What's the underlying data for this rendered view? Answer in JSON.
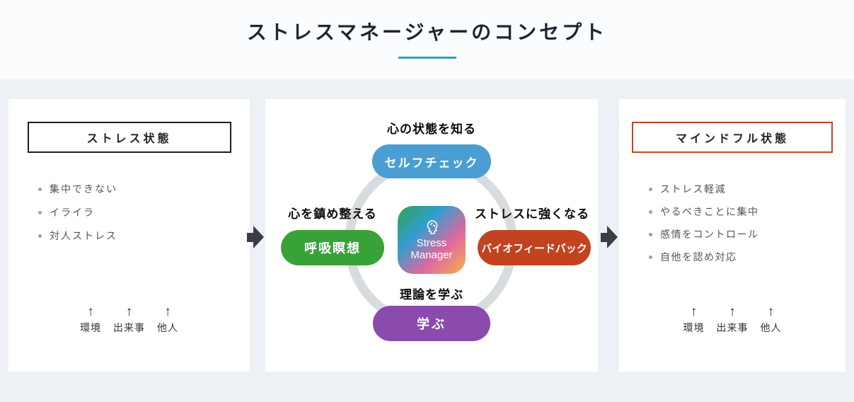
{
  "header": {
    "title": "ストレスマネージャーのコンセプト"
  },
  "left_panel": {
    "title": "ストレス状態",
    "items": [
      "集中できない",
      "イライラ",
      "対人ストレス"
    ],
    "factors": [
      "環境",
      "出来事",
      "他人"
    ]
  },
  "center_panel": {
    "top": {
      "caption": "心の状態を知る",
      "button": "セルフチェック"
    },
    "left": {
      "caption": "心を鎮め整える",
      "button": "呼吸瞑想"
    },
    "right": {
      "caption": "ストレスに強くなる",
      "button": "バイオフィードバック"
    },
    "bottom": {
      "caption": "理論を学ぶ",
      "button": "学ぶ"
    },
    "logo": {
      "line1": "Stress",
      "line2": "Manager"
    }
  },
  "right_panel": {
    "title": "マインドフル状態",
    "items": [
      "ストレス軽減",
      "やるべきことに集中",
      "感情をコントロール",
      "自他を認め対応"
    ],
    "factors": [
      "環境",
      "出来事",
      "他人"
    ]
  },
  "icons": {
    "up_arrow": "↑"
  },
  "colors": {
    "accent_underline": "#2aa3bc",
    "button_blue": "#4b9ed2",
    "button_green": "#38a238",
    "button_red": "#c2431f",
    "button_purple": "#8a4aae",
    "stress_box_border": "#1e1e1e",
    "mindful_box_border": "#c2481f",
    "flow_arrow": "#3a3e43",
    "background": "#edf1f5"
  }
}
